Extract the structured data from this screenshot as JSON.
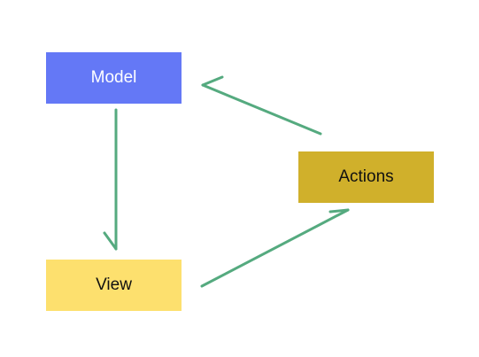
{
  "nodes": {
    "model": {
      "label": "Model",
      "fill": "#6478f6",
      "text_color": "#ffffff"
    },
    "view": {
      "label": "View",
      "fill": "#fde06e",
      "text_color": "#111111"
    },
    "actions": {
      "label": "Actions",
      "fill": "#d0b02b",
      "text_color": "#111111"
    }
  },
  "edges": [
    {
      "from": "model",
      "to": "view"
    },
    {
      "from": "view",
      "to": "actions"
    },
    {
      "from": "actions",
      "to": "model"
    }
  ],
  "colors": {
    "edge": "#55aa7f",
    "background": "#ffffff"
  }
}
